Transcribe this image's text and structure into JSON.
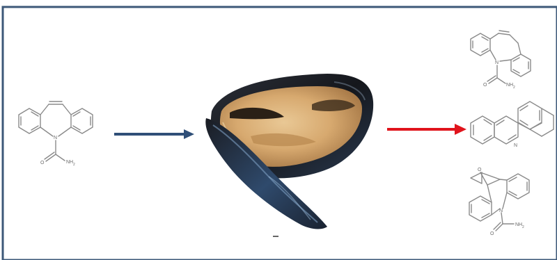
{
  "diagram": {
    "reactant": {
      "icon": "carbamazepine-structure-icon",
      "labels": {
        "n": "N",
        "o": "O",
        "nh2": "NH",
        "nh2_sub": "2"
      }
    },
    "process": {
      "icon": "mussel-photo-icon"
    },
    "products": [
      {
        "icon": "iminostilbene-carboxamide-structure-icon",
        "labels": {
          "n": "N",
          "o": "O",
          "nh2": "NH",
          "nh2_sub": "2"
        }
      },
      {
        "icon": "acridine-structure-icon",
        "labels": {
          "n": "N"
        }
      },
      {
        "icon": "epoxide-carboxamide-structure-icon",
        "labels": {
          "o_top": "O",
          "n": "N",
          "o": "O",
          "nh2": "NH",
          "nh2_sub": "2"
        }
      }
    ],
    "colors": {
      "frame": "#3d5878",
      "arrow_in": "#2f4f78",
      "arrow_out": "#e0141c",
      "structure": "#8a8a8a",
      "shell_dark": "#1c1e24",
      "shell_blue": "#3c5f86",
      "flesh": "#d8b07c"
    }
  }
}
